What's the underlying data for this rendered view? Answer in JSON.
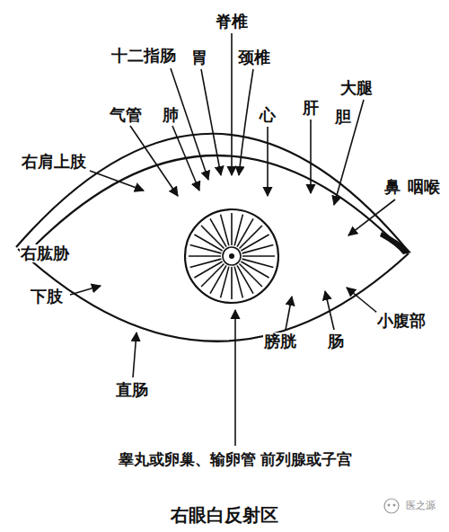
{
  "diagram": {
    "caption": "右眼白反射区",
    "labels": [
      "脊椎",
      "十二指肠",
      "胃",
      "颈椎",
      "气管",
      "肺",
      "心",
      "肝",
      "大腿",
      "胆",
      "右肩上肢",
      "鼻",
      "咽喉",
      "右肱胁",
      "下肢",
      "小腹部",
      "膀胱",
      "肠",
      "直肠",
      "睾丸或卵巢、输卵管 前列腺或子宫",
      "医之源"
    ]
  }
}
